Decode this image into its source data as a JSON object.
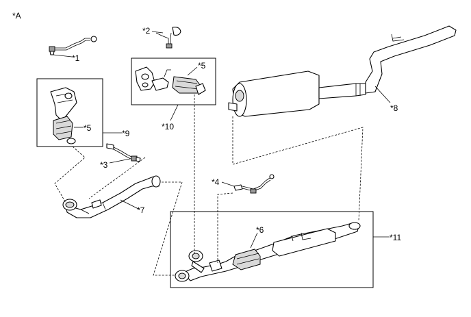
{
  "figure_label": "*A",
  "callouts": {
    "c1": "*1",
    "c2": "*2",
    "c3": "*3",
    "c4": "*4",
    "c5a": "*5",
    "c5b": "*5",
    "c6": "*6",
    "c7": "*7",
    "c8": "*8",
    "c9": "*9",
    "c10": "*10",
    "c11": "*11"
  }
}
